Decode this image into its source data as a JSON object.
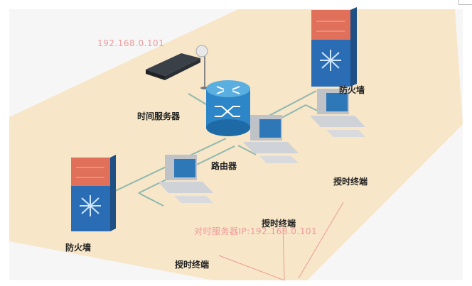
{
  "labels": {
    "server_ip": "192.168.0.101",
    "time_server": "时间服务器",
    "router": "路由器",
    "firewall_right": "防火墙",
    "firewall_left": "防火墙",
    "terminal_1": "授时终端",
    "terminal_2": "授时终端",
    "terminal_3": "授时终端",
    "sync_server_ip": "对时服务器IP:192.168.0.101"
  },
  "colors": {
    "zone": "#f7e6c8",
    "link": "#8fb8b0",
    "annotation": "#ee9a9a",
    "firewall_top": "#e0705a",
    "firewall_bottom": "#2a6db5",
    "router": "#2c86c8"
  }
}
